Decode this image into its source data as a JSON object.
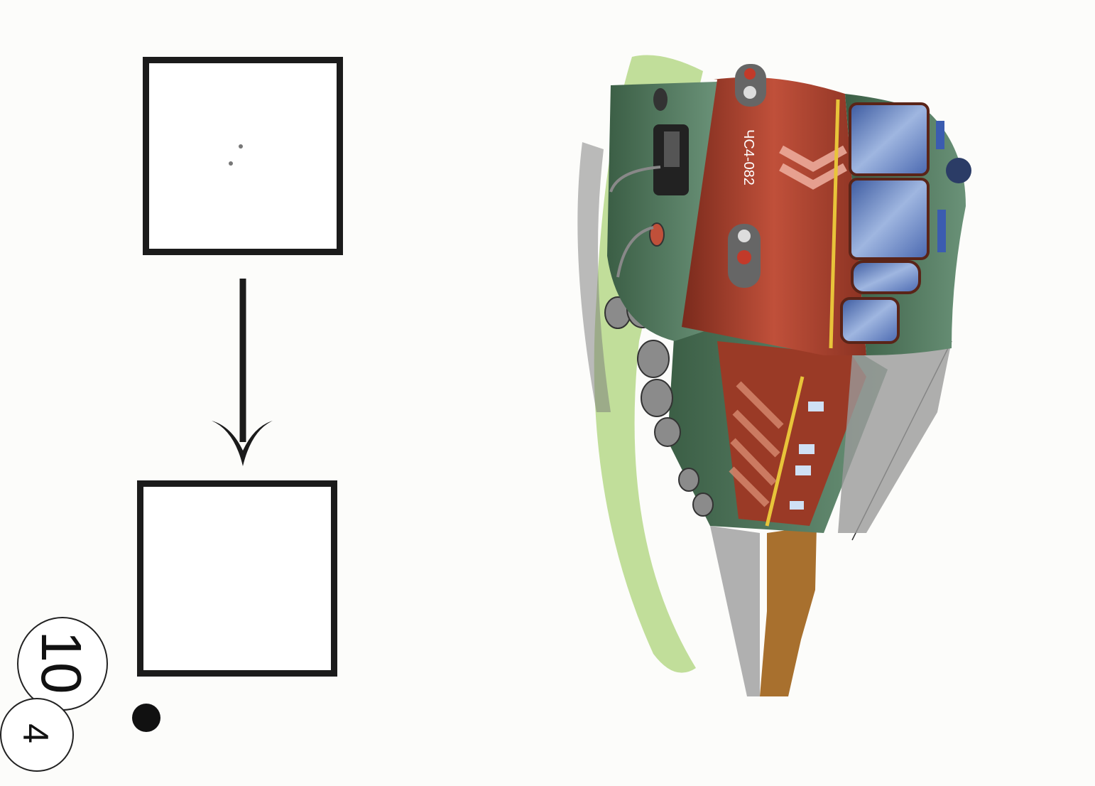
{
  "page_numbers": {
    "main": "10",
    "sub": "4"
  },
  "illustration": {
    "train_number": "ЧС4-082",
    "colors": {
      "body_red": "#9a3a26",
      "body_green": "#4d7556",
      "window_blue": "#6f8fc6",
      "grass": "#8fc44a",
      "cargo_brown": "#a8702e"
    }
  },
  "worksheet": {
    "box_count": 2,
    "arrow_direction": "down"
  }
}
